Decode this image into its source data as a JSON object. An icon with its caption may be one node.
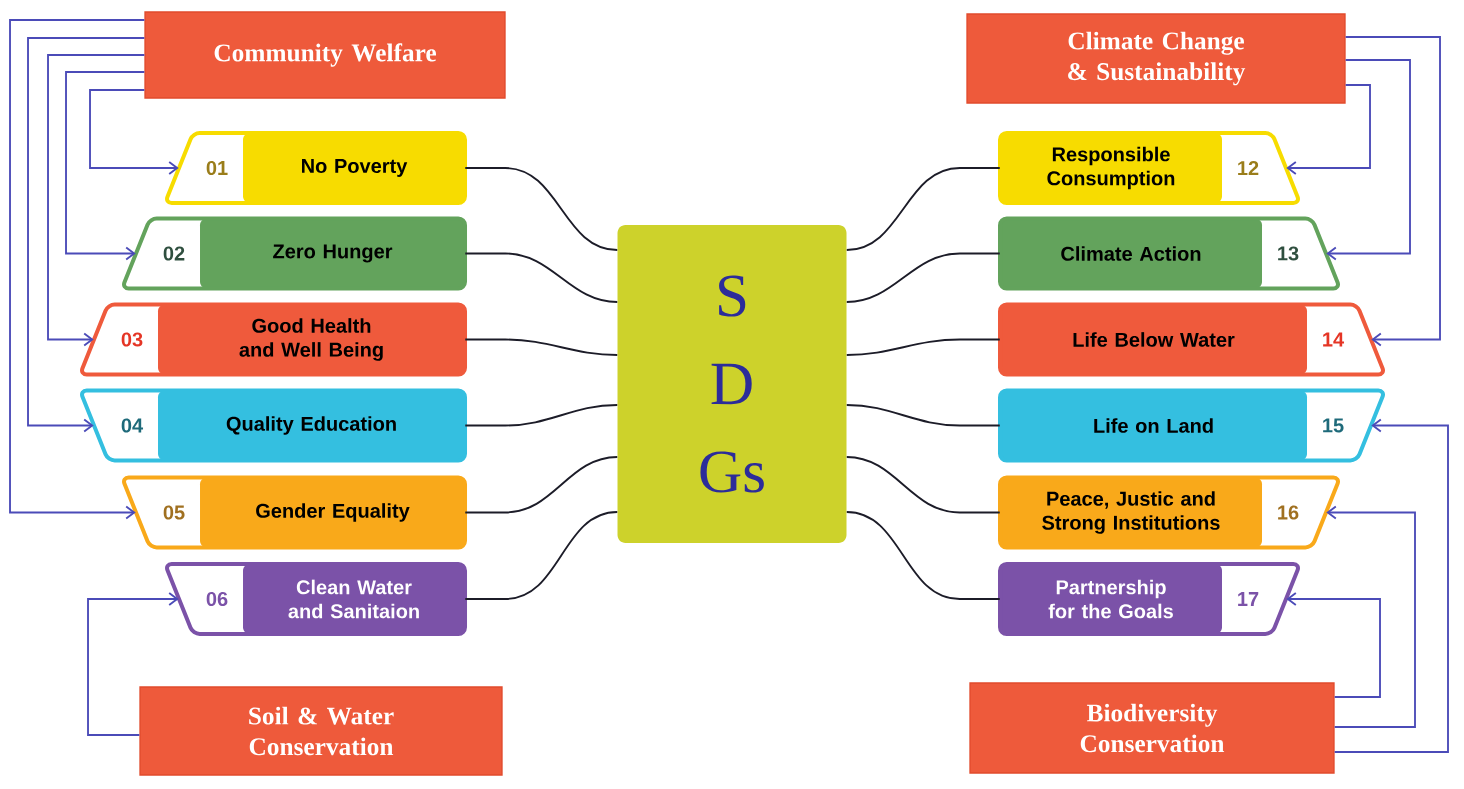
{
  "diagram": {
    "nodes": [
      {
        "text": [
          "Community Welfare"
        ]
      },
      {
        "text": [
          "Climate Change & Sustainability"
        ]
      },
      {
        "text": [
          "01",
          "No Poverty"
        ]
      },
      {
        "text": [
          "02",
          "Zero Hunger"
        ]
      },
      {
        "text": [
          "03",
          "Good Health and Well Being"
        ]
      },
      {
        "text": [
          "04",
          "Quality Education"
        ]
      },
      {
        "text": [
          "05",
          "Gender Equality"
        ]
      },
      {
        "text": [
          "06",
          "Clean Water and Sanitaion"
        ]
      },
      {
        "text": [
          "Responsible Consumption",
          "12"
        ]
      },
      {
        "text": [
          "Climate Action",
          "13"
        ]
      },
      {
        "text": [
          "Life Below Water",
          "14"
        ]
      },
      {
        "text": [
          "Life on Land",
          "15"
        ]
      },
      {
        "text": [
          "Peace, Justic and Strong Institutions",
          "16"
        ]
      },
      {
        "text": [
          "Partnership for the Goals",
          "17"
        ]
      },
      {
        "text": [
          "S D Gs"
        ]
      },
      {
        "text": [
          "Soil & Water Conservation"
        ]
      },
      {
        "text": [
          "Biodiversity Conservation"
        ]
      }
    ],
    "edges": [
      {
        "from": 0,
        "to": 2,
        "arrow": "to",
        "color": "#4b4bb8"
      },
      {
        "from": 0,
        "to": 3,
        "arrow": "to",
        "color": "#4b4bb8"
      },
      {
        "from": 0,
        "to": 4,
        "arrow": "to",
        "color": "#4b4bb8"
      },
      {
        "from": 0,
        "to": 5,
        "arrow": "to",
        "color": "#4b4bb8"
      },
      {
        "from": 0,
        "to": 6,
        "arrow": "to",
        "color": "#4b4bb8"
      },
      {
        "from": 15,
        "to": 7,
        "arrow": "to",
        "color": "#4b4bb8"
      },
      {
        "from": 1,
        "to": 8,
        "arrow": "to",
        "color": "#4b4bb8"
      },
      {
        "from": 1,
        "to": 9,
        "arrow": "to",
        "color": "#4b4bb8"
      },
      {
        "from": 1,
        "to": 10,
        "arrow": "to",
        "color": "#4b4bb8"
      },
      {
        "from": 16,
        "to": 11,
        "arrow": "to",
        "color": "#4b4bb8"
      },
      {
        "from": 16,
        "to": 12,
        "arrow": "to",
        "color": "#4b4bb8"
      },
      {
        "from": 16,
        "to": 13,
        "arrow": "to",
        "color": "#4b4bb8"
      },
      {
        "from": 2,
        "to": 14,
        "arrow": "none",
        "color": "#1c1c28"
      },
      {
        "from": 3,
        "to": 14,
        "arrow": "none",
        "color": "#1c1c28"
      },
      {
        "from": 4,
        "to": 14,
        "arrow": "none",
        "color": "#1c1c28"
      },
      {
        "from": 5,
        "to": 14,
        "arrow": "none",
        "color": "#1c1c28"
      },
      {
        "from": 6,
        "to": 14,
        "arrow": "none",
        "color": "#1c1c28"
      },
      {
        "from": 7,
        "to": 14,
        "arrow": "none",
        "color": "#1c1c28"
      },
      {
        "from": 8,
        "to": 14,
        "arrow": "none",
        "color": "#1c1c28"
      },
      {
        "from": 9,
        "to": 14,
        "arrow": "none",
        "color": "#1c1c28"
      },
      {
        "from": 10,
        "to": 14,
        "arrow": "none",
        "color": "#1c1c28"
      },
      {
        "from": 11,
        "to": 14,
        "arrow": "none",
        "color": "#1c1c28"
      },
      {
        "from": 12,
        "to": 14,
        "arrow": "none",
        "color": "#1c1c28"
      },
      {
        "from": 13,
        "to": 14,
        "arrow": "none",
        "color": "#1c1c28"
      }
    ]
  }
}
